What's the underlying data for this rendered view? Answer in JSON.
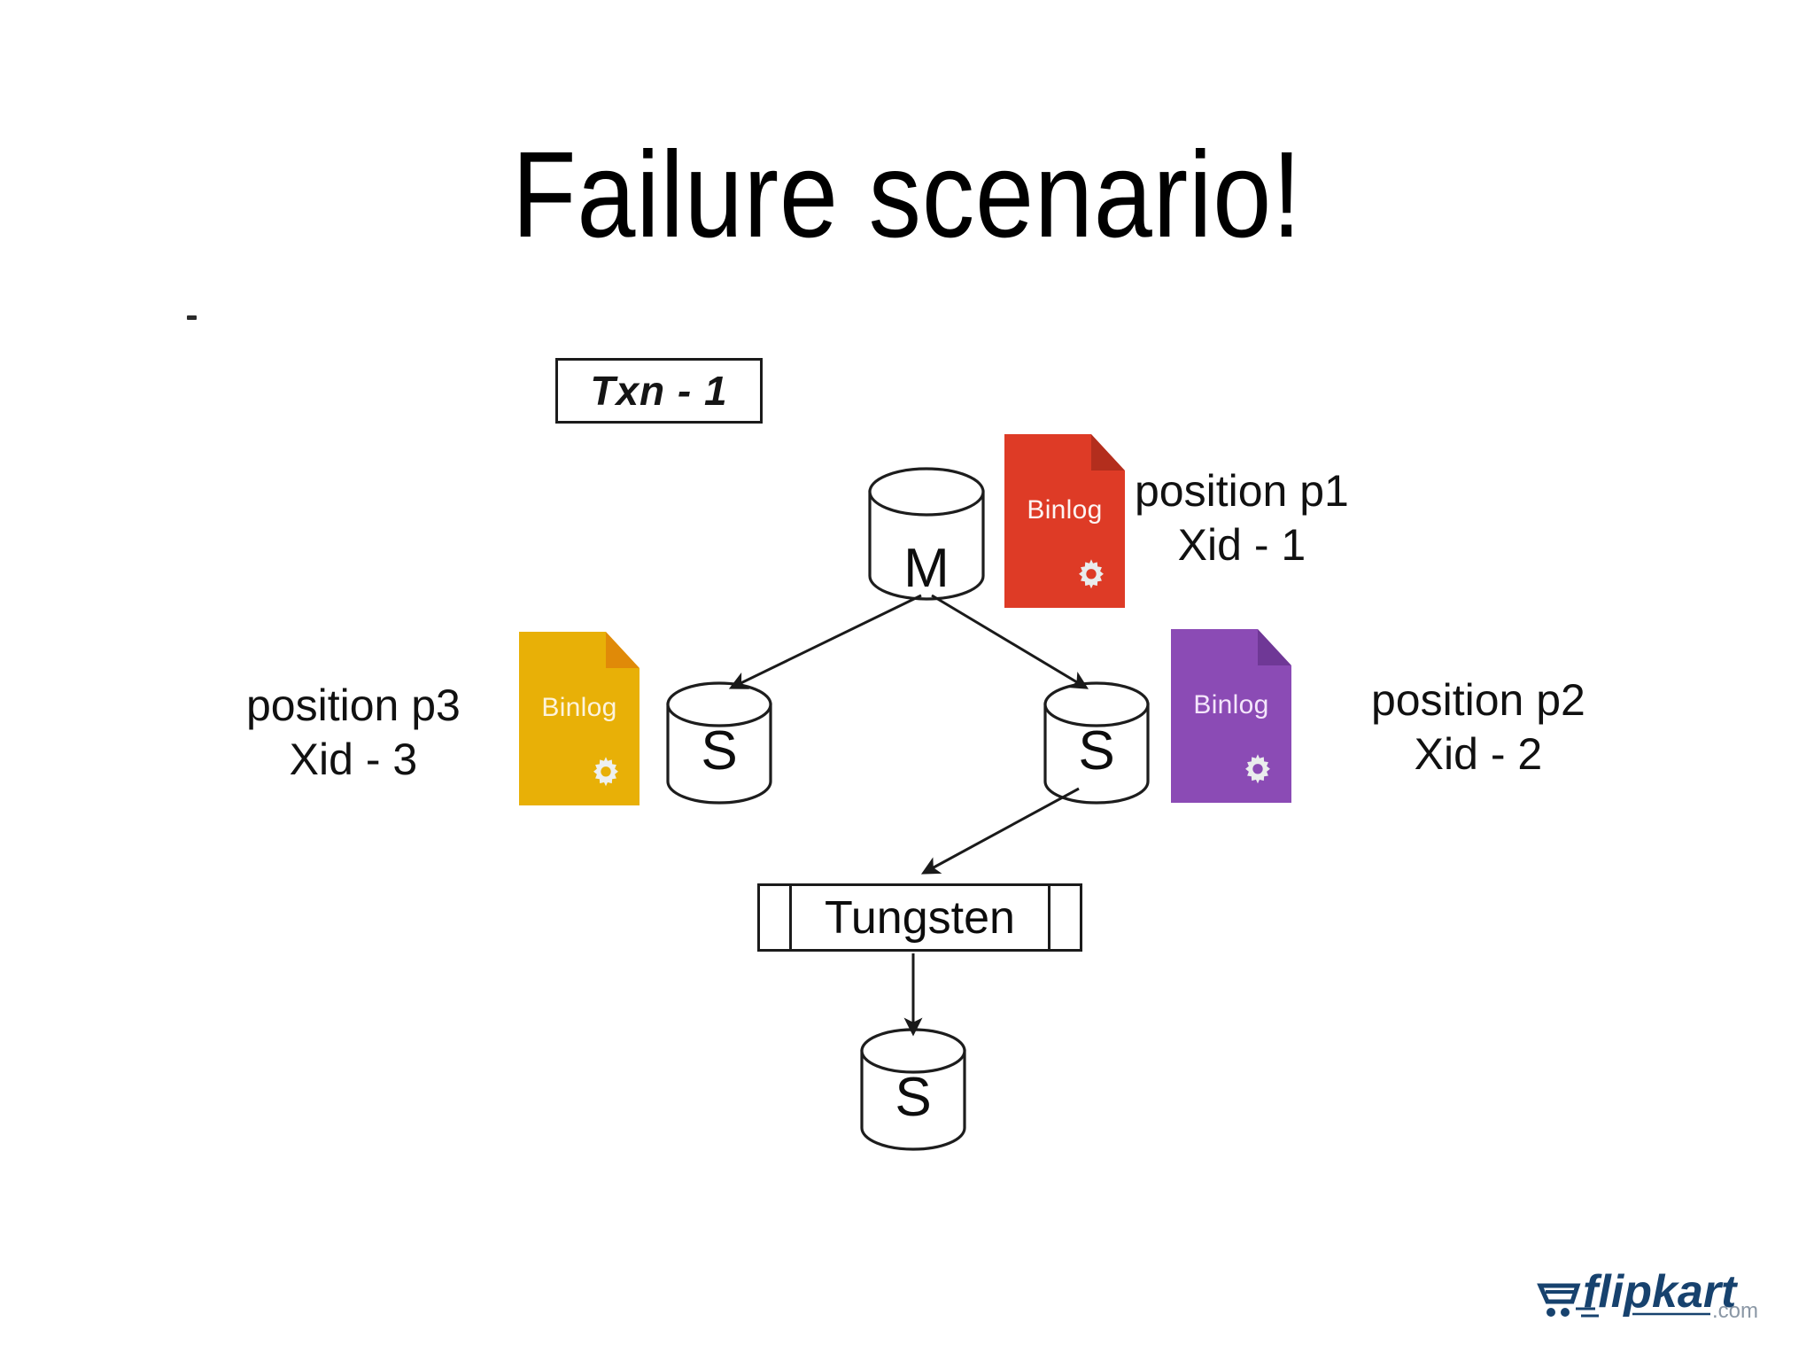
{
  "slide": {
    "title": "Failure scenario!",
    "background": "#ffffff"
  },
  "txn_label": {
    "text": "Txn - 1"
  },
  "nodes": [
    {
      "id": "master",
      "label": "M",
      "role": "master-database"
    },
    {
      "id": "slave-left",
      "label": "S",
      "role": "slave-database"
    },
    {
      "id": "slave-right",
      "label": "S",
      "role": "slave-database"
    },
    {
      "id": "slave-bottom",
      "label": "S",
      "role": "slave-database"
    }
  ],
  "tungsten": {
    "label": "Tungsten"
  },
  "binlogs": [
    {
      "id": "binlog-master",
      "label": "Binlog",
      "color": "#DE3B26",
      "fold_color": "#B32E1D",
      "position": "position p1",
      "xid": "Xid - 1"
    },
    {
      "id": "binlog-slave-left",
      "label": "Binlog",
      "color": "#E8B007",
      "fold_color": "#E08A08",
      "position": "position p3",
      "xid": "Xid - 3"
    },
    {
      "id": "binlog-slave-right",
      "label": "Binlog",
      "color": "#8B4BB5",
      "fold_color": "#6F3896",
      "position": "position p2",
      "xid": "Xid - 2"
    }
  ],
  "edges": [
    {
      "from": "master",
      "to": "slave-left"
    },
    {
      "from": "master",
      "to": "slave-right"
    },
    {
      "from": "slave-right",
      "to": "tungsten"
    },
    {
      "from": "tungsten",
      "to": "slave-bottom"
    }
  ],
  "branding": {
    "name": "flipkart",
    "suffix": ".com",
    "color": "#17426E",
    "suffix_color": "#8A97A5"
  }
}
